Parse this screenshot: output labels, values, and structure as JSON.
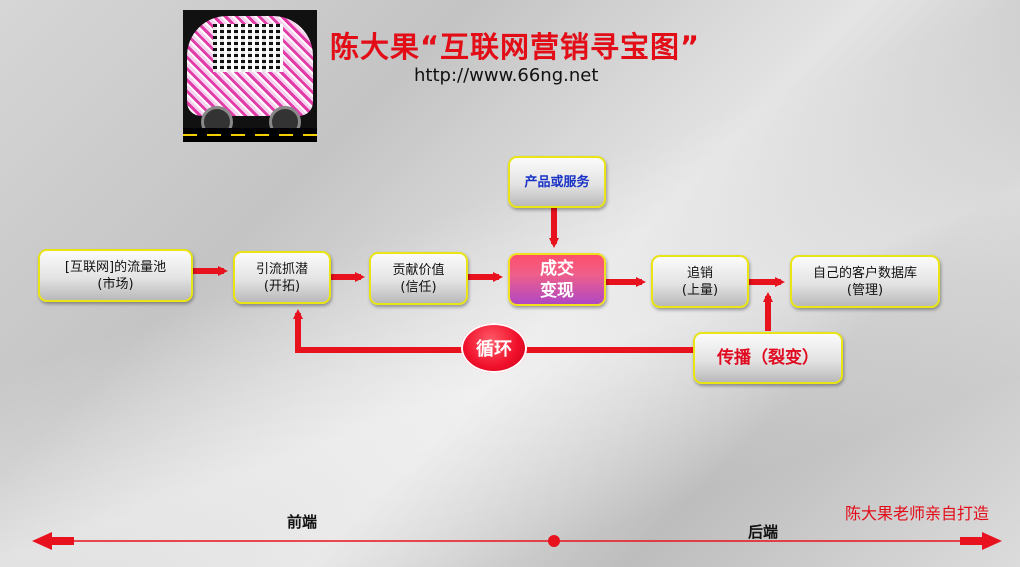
{
  "header": {
    "title": "陈大果“互联网营销寻宝图”",
    "url": "http://www.66ng.net"
  },
  "nodes": {
    "pool": {
      "line1": "[互联网]的流量池",
      "line2": "(市场)"
    },
    "attract": {
      "line1": "引流抓潜",
      "line2": "(开拓)"
    },
    "contribute": {
      "line1": "贡献价值",
      "line2": "(信任)"
    },
    "product": {
      "line1": "产品或服务"
    },
    "deal": {
      "line1": "成交",
      "line2": "变现"
    },
    "upsell": {
      "line1": "追销",
      "line2": "(上量)"
    },
    "database": {
      "line1": "自己的客户数据库",
      "line2": "(管理)"
    },
    "spread": {
      "line1": "传播（裂变）"
    },
    "cycle": {
      "line1": "循环"
    }
  },
  "axis": {
    "front": "前端",
    "back": "后端"
  },
  "footer": {
    "author": "陈大果老师亲自打造"
  },
  "colors": {
    "arrow": "#e8121e",
    "accent": "#e30d18",
    "box_border": "#e9e414"
  }
}
